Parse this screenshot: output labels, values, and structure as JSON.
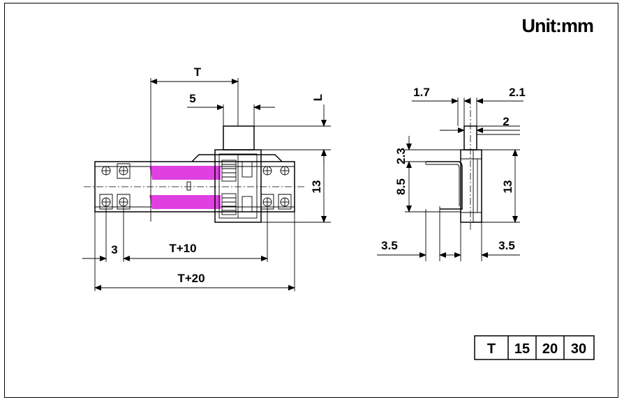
{
  "unit_label": "Unit:mm",
  "dimensions": {
    "T": "T",
    "five": "5",
    "L": "L",
    "thirteen_front": "13",
    "three": "3",
    "t_plus_10": "T+10",
    "t_plus_20": "T+20",
    "one_point_seven": "1.7",
    "two_point_one": "2.1",
    "two": "2",
    "two_point_three": "2.3",
    "eight_point_five": "8.5",
    "thirteen_side": "13",
    "three_point_five_left": "3.5",
    "three_point_five_right": "3.5"
  },
  "table": {
    "header": "T",
    "values": [
      "15",
      "20",
      "30"
    ]
  },
  "colors": {
    "resistive_track": "#e040e0",
    "line": "#000000"
  }
}
